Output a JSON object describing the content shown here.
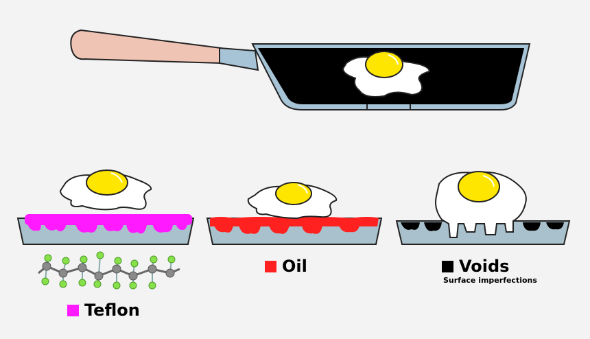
{
  "legend": {
    "teflon": {
      "label": "Teflon",
      "color": "#ff1aff"
    },
    "oil": {
      "label": "Oil",
      "color": "#ff2020"
    },
    "voids": {
      "label": "Voids",
      "sublabel": "Surface imperfections",
      "color": "#000000"
    }
  },
  "colors": {
    "pan_body": "#000000",
    "pan_rim": "#a6c4d6",
    "pan_base": "#a9c1cc",
    "handle": "#f0c4b4",
    "egg_white": "#ffffff",
    "egg_yolk": "#ffe600",
    "carbon_atom": "#8a8a8a",
    "fluorine_atom": "#88e04a"
  }
}
